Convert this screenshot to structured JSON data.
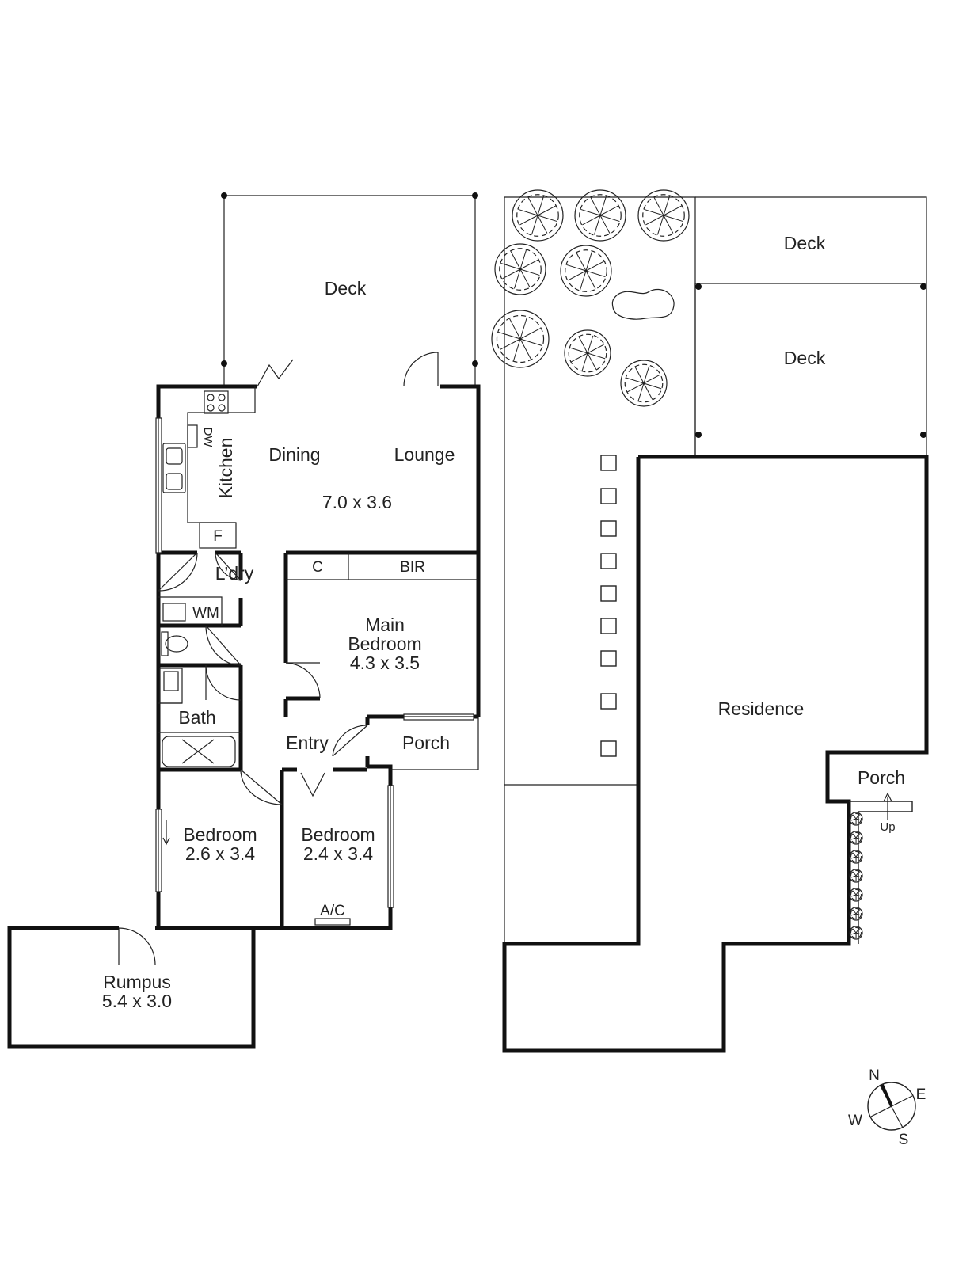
{
  "plan_left": {
    "deck": "Deck",
    "dining": "Dining",
    "lounge": "Lounge",
    "living_size": "7.0 x 3.6",
    "kitchen": "Kitchen",
    "dw": "DW",
    "fridge": "F",
    "laundry": "L’dry",
    "wm": "WM",
    "cupboard": "C",
    "bir": "BIR",
    "main_bedroom_line1": "Main",
    "main_bedroom_line2": "Bedroom",
    "main_bedroom_size": "4.3 x 3.5",
    "bath": "Bath",
    "entry": "Entry",
    "porch": "Porch",
    "bedroom2": "Bedroom",
    "bedroom2_size": "2.6 x 3.4",
    "bedroom3": "Bedroom",
    "bedroom3_size": "2.4 x 3.4",
    "ac": "A/C",
    "rumpus": "Rumpus",
    "rumpus_size": "5.4 x 3.0"
  },
  "plan_right": {
    "deck_top": "Deck",
    "deck_bottom": "Deck",
    "residence": "Residence",
    "porch": "Porch",
    "up": "Up"
  },
  "compass": {
    "n": "N",
    "e": "E",
    "s": "S",
    "w": "W"
  }
}
